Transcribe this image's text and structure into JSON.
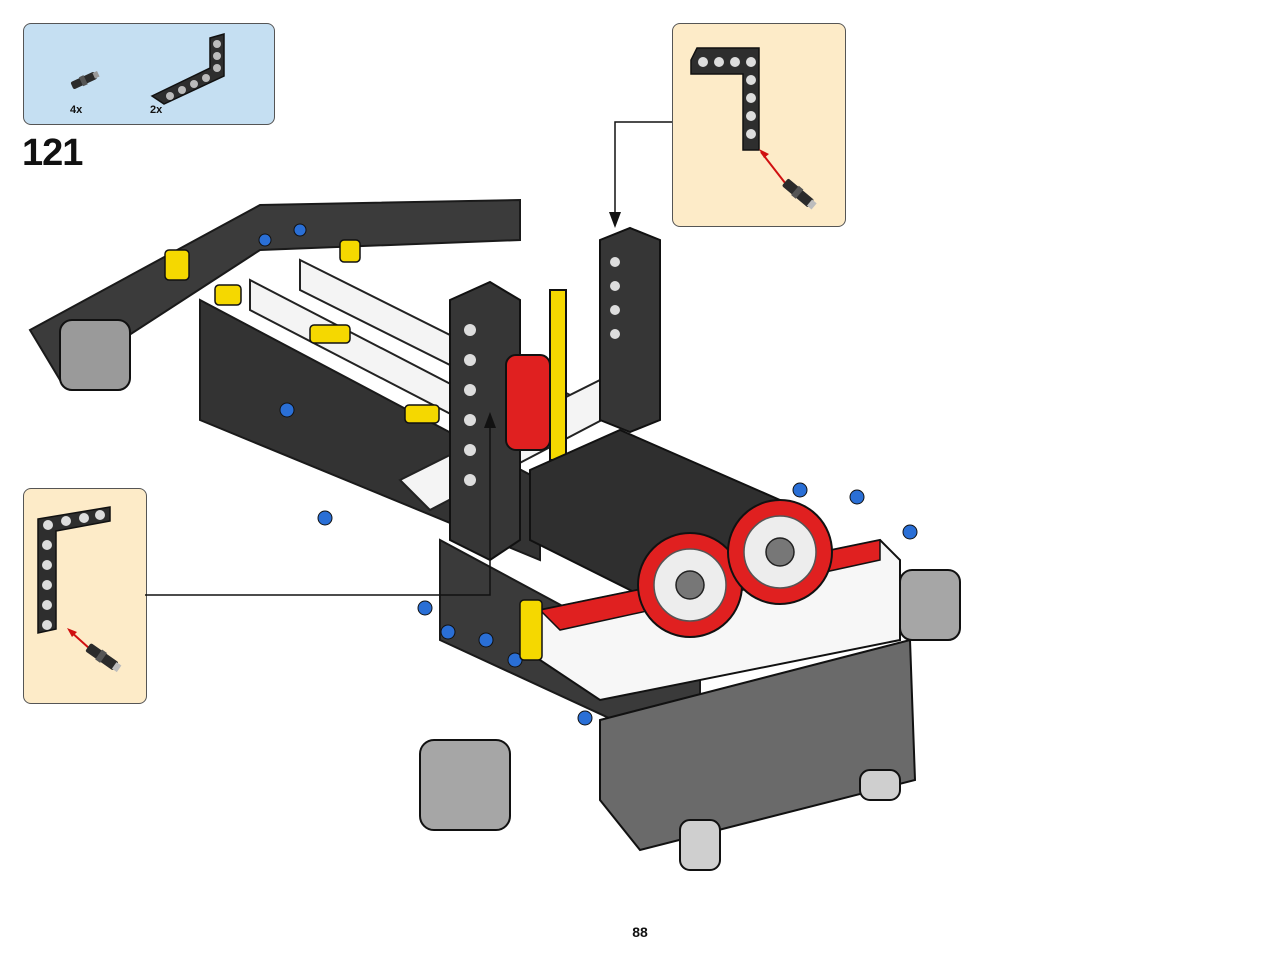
{
  "step": {
    "number": "121"
  },
  "parts_list": {
    "items": [
      {
        "icon": "connector-pin-icon",
        "qty": "4x"
      },
      {
        "icon": "l-beam-icon",
        "qty": "2x"
      }
    ]
  },
  "page": {
    "number": "88"
  },
  "colors": {
    "parts_box_bg": "#c5dff2",
    "callout_bg": "#fdebc8",
    "beam_dark": "#3a3a3a",
    "accent_red": "#e02020",
    "accent_yellow": "#f5d800",
    "pin_blue": "#2a6fd6",
    "insert_arrow": "#d01010"
  }
}
